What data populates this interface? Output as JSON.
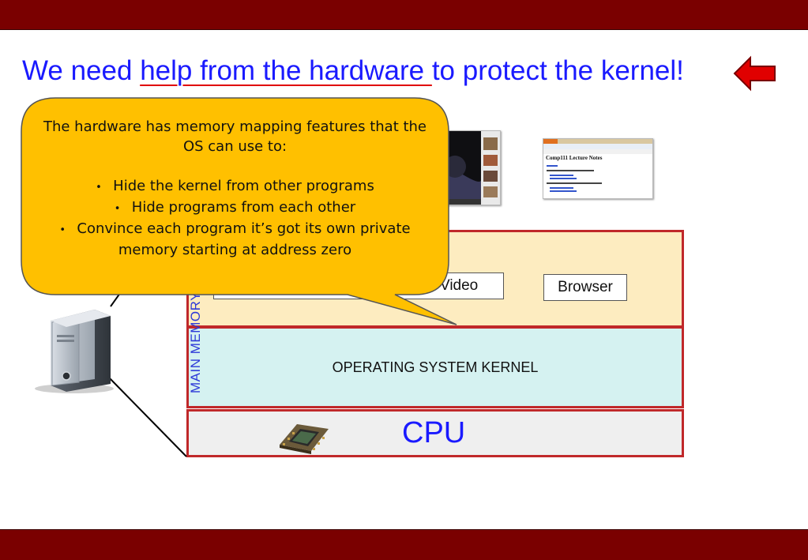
{
  "slide": {
    "title_before": "We need ",
    "title_highlight": "help from the hardware ",
    "title_after": "to protect the kernel!",
    "arrow_icon": "left-arrow-icon",
    "arrow_color": "#e00000",
    "frame_color": "#7a0000"
  },
  "callout": {
    "intro": "The hardware has memory mapping features that the OS can use to:",
    "bullet_glyph": "•",
    "bullets": [
      "Hide the kernel from other programs",
      "Hide programs from each other",
      "Convince each program it’s got its own private memory starting at address zero"
    ],
    "fill_color": "#ffc000"
  },
  "diagram": {
    "memory_label": "MAIN MEMORY",
    "kernel_label": "OPERATING SYSTEM KERNEL",
    "cpu_label": "CPU",
    "programs": {
      "video": "Video",
      "browser": "Browser"
    },
    "icons": [
      "server-icon",
      "cpu-chip-icon",
      "video-thumbnail",
      "browser-thumbnail"
    ],
    "colors": {
      "border": "#c0282a",
      "apps_fill": "#fdecc0",
      "kernel_fill": "#d5f2f1",
      "cpu_fill": "#efefef",
      "cpu_text": "#1a1aff"
    }
  },
  "browser_thumb": {
    "heading": "Comp111 Lecture Notes"
  }
}
